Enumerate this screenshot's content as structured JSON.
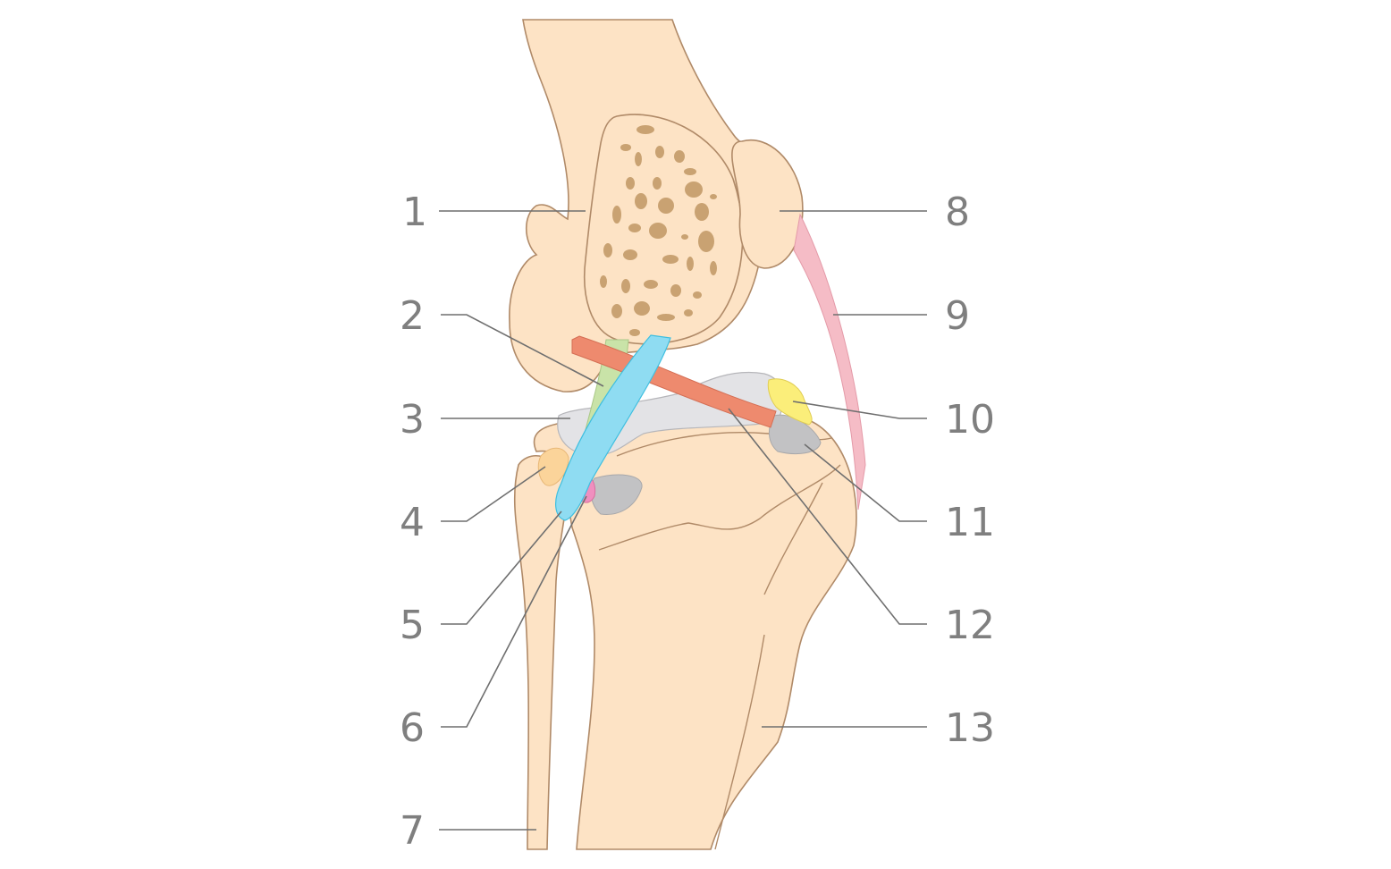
{
  "diagram": {
    "subject": "knee joint anatomy",
    "colors": {
      "bone": "#fde3c5",
      "bone_outline": "#b08a68",
      "spongy_bone": "#c9a272",
      "cranial_ligament": "#c9e3a8",
      "caudal_ligament": "#8fdcf2",
      "red_ligament": "#ee8a6e",
      "pink_ligament": "#f5bcc6",
      "yellow_ligament": "#fbee7a",
      "orange_ligament": "#fbd49a",
      "magenta_ligament": "#f08fbf",
      "meniscus": "#e3e3e6",
      "cartilage_dark": "#c2c2c4",
      "leader_line": "#6f6f6f",
      "label_text": "#7f7f7f"
    },
    "labels_left": [
      {
        "id": "1",
        "text": "1"
      },
      {
        "id": "2",
        "text": "2"
      },
      {
        "id": "3",
        "text": "3"
      },
      {
        "id": "4",
        "text": "4"
      },
      {
        "id": "5",
        "text": "5"
      },
      {
        "id": "6",
        "text": "6"
      },
      {
        "id": "7",
        "text": "7"
      }
    ],
    "labels_right": [
      {
        "id": "8",
        "text": "8"
      },
      {
        "id": "9",
        "text": "9"
      },
      {
        "id": "10",
        "text": "10"
      },
      {
        "id": "11",
        "text": "11"
      },
      {
        "id": "12",
        "text": "12"
      },
      {
        "id": "13",
        "text": "13"
      }
    ]
  }
}
